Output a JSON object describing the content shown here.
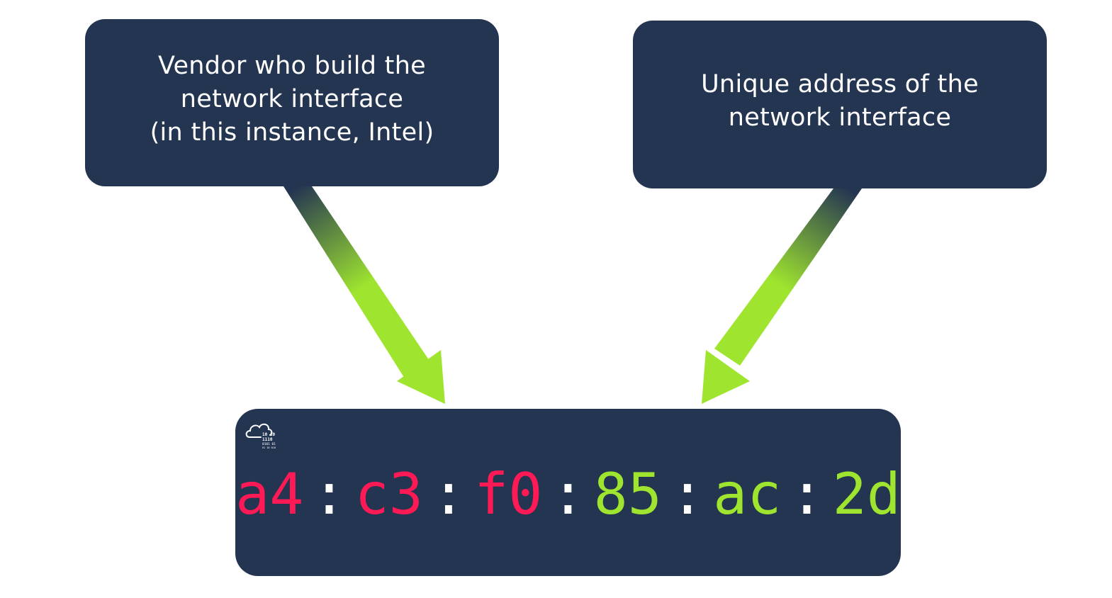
{
  "vendor_callout": {
    "lines": [
      "Vendor who build the",
      "network interface",
      "(in this instance, Intel)"
    ]
  },
  "unique_callout": {
    "lines": [
      "Unique address of the",
      "network interface"
    ]
  },
  "mac_address": {
    "separator": ":",
    "octets": [
      {
        "value": "a4",
        "part": "vendor"
      },
      {
        "value": "c3",
        "part": "vendor"
      },
      {
        "value": "f0",
        "part": "vendor"
      },
      {
        "value": "85",
        "part": "device"
      },
      {
        "value": "ac",
        "part": "device"
      },
      {
        "value": "2d",
        "part": "device"
      }
    ]
  },
  "logo": {
    "icon": "cloud-binary-icon",
    "lines": [
      "10  10",
      "1110",
      "0101  01",
      "01  10  010"
    ]
  },
  "colors": {
    "box_background": "#243552",
    "vendor_octets": "#ff1a56",
    "device_octets": "#9fe52f",
    "arrow_start": "#243552",
    "arrow_end": "#9fe52f",
    "text": "#ffffff"
  }
}
